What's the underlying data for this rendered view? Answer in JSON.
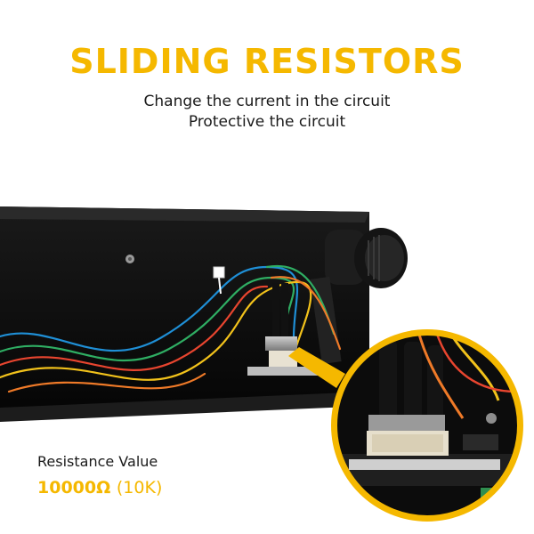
{
  "header": {
    "title": "SLIDING RESISTORS",
    "subtitle_line1": "Change the current in the circuit",
    "subtitle_line2": "Protective  the circuit"
  },
  "resistance": {
    "label": "Resistance Value",
    "value": "10000Ω",
    "unit": "(10K)"
  },
  "colors": {
    "accent": "#f5b800",
    "enclosure": "#0d0d0d",
    "wire_blue": "#1f8fd6",
    "wire_green": "#2fae63",
    "wire_red": "#e8452f",
    "wire_yellow": "#f2c21b",
    "wire_orange": "#ef7a28"
  },
  "icons": {
    "knob": "rotary-knob-icon",
    "connector": "white-connector-icon",
    "magnifier": "zoom-callout-icon"
  }
}
